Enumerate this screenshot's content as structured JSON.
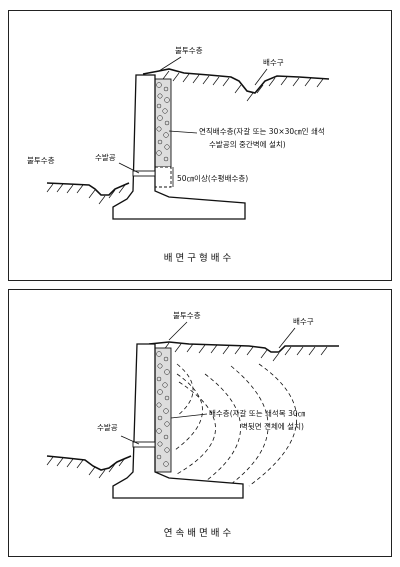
{
  "top": {
    "label_impervious": "불투수층",
    "label_drain_outlet": "배수구",
    "label_vertical_drain": "연직배수층(자갈 또는 30×30㎝인 쇄석",
    "label_vertical_drain_2": "수발공의 중간벽에 설치)",
    "label_impervious_left": "불투수층",
    "label_weephole": "수발공",
    "label_horizontal": "50㎝이상(수평배수층)",
    "caption": "배면구형배수"
  },
  "bottom": {
    "label_impervious": "불투수층",
    "label_drain_outlet": "배수구",
    "label_weephole": "수발공",
    "label_drain_layer": "배수층(자갈 또는 쇄석목 30㎝",
    "label_drain_layer_2": "벽뒷면 전체에 설치)",
    "caption": "연속배면배수"
  }
}
